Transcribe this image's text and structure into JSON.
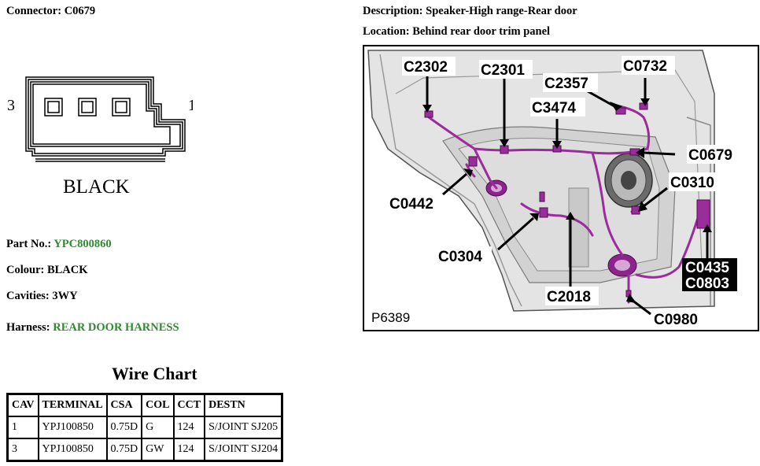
{
  "connector": {
    "label": "Connector:",
    "value": "C0679"
  },
  "description": {
    "label": "Description:",
    "value": "Speaker-High range-Rear door"
  },
  "location": {
    "label": "Location:",
    "value": "Behind rear door trim panel"
  },
  "face_view": {
    "pin_left": "3",
    "pin_right": "1",
    "color_text": "BLACK"
  },
  "part_no": {
    "label": "Part No.:",
    "value": "YPC800860"
  },
  "colour": {
    "label": "Colour:",
    "value": "BLACK"
  },
  "cavities": {
    "label": "Cavities:",
    "value": "3WY"
  },
  "harness": {
    "label": "Harness:",
    "value": "REAR DOOR HARNESS"
  },
  "wire_chart": {
    "title": "Wire Chart",
    "headers": [
      "CAV",
      "TERMINAL",
      "CSA",
      "COL",
      "CCT",
      "DESTN"
    ],
    "rows": [
      [
        "1",
        "YPJ100850",
        "0.75D",
        "G",
        "124",
        "S/JOINT SJ205"
      ],
      [
        "3",
        "YPJ100850",
        "0.75D",
        "GW",
        "124",
        "S/JOINT SJ204"
      ]
    ]
  },
  "diagram": {
    "figure_id": "P6389",
    "callouts": [
      "C2302",
      "C2301",
      "C2357",
      "C0732",
      "C3474",
      "C0679",
      "C0442",
      "C0310",
      "C0304",
      "C0435",
      "C0803",
      "C2018",
      "C0980"
    ],
    "harness_color": "#9b2c9b"
  }
}
